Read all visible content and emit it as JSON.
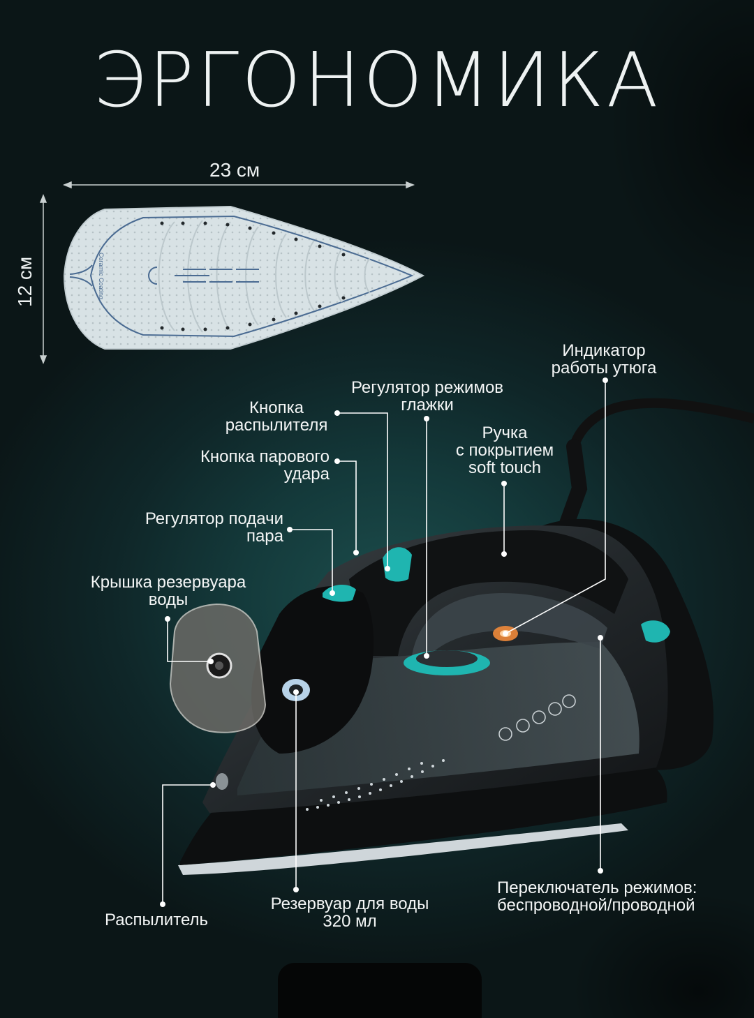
{
  "title": "ЭРГОНОМИКА",
  "dimensions": {
    "width": "23 см",
    "height": "12 см"
  },
  "soleplate_text": "Ceramic Coating",
  "callouts": {
    "indicator": [
      "Индикатор",
      "работы утюга"
    ],
    "ironing_mode": [
      "Регулятор режимов",
      "глажки"
    ],
    "spray_button": [
      "Кнопка",
      "распылителя"
    ],
    "handle": [
      "Ручка",
      "с покрытием",
      "soft touch"
    ],
    "steam_burst": [
      "Кнопка парового",
      "удара"
    ],
    "steam_control": [
      "Регулятор подачи",
      "пара"
    ],
    "tank_lid": [
      "Крышка резервуара",
      "воды"
    ],
    "sprayer": [
      "Распылитель"
    ],
    "tank": [
      "Резервуар для воды",
      "320 мл"
    ],
    "mode_switch": [
      "Переключатель режимов:",
      "беспроводной/проводной"
    ]
  },
  "colors": {
    "background": "#143a3b",
    "accent_teal": "#1fb5b0",
    "iron_body": "#1a1d1f",
    "soleplate": "#d9e3e6"
  }
}
